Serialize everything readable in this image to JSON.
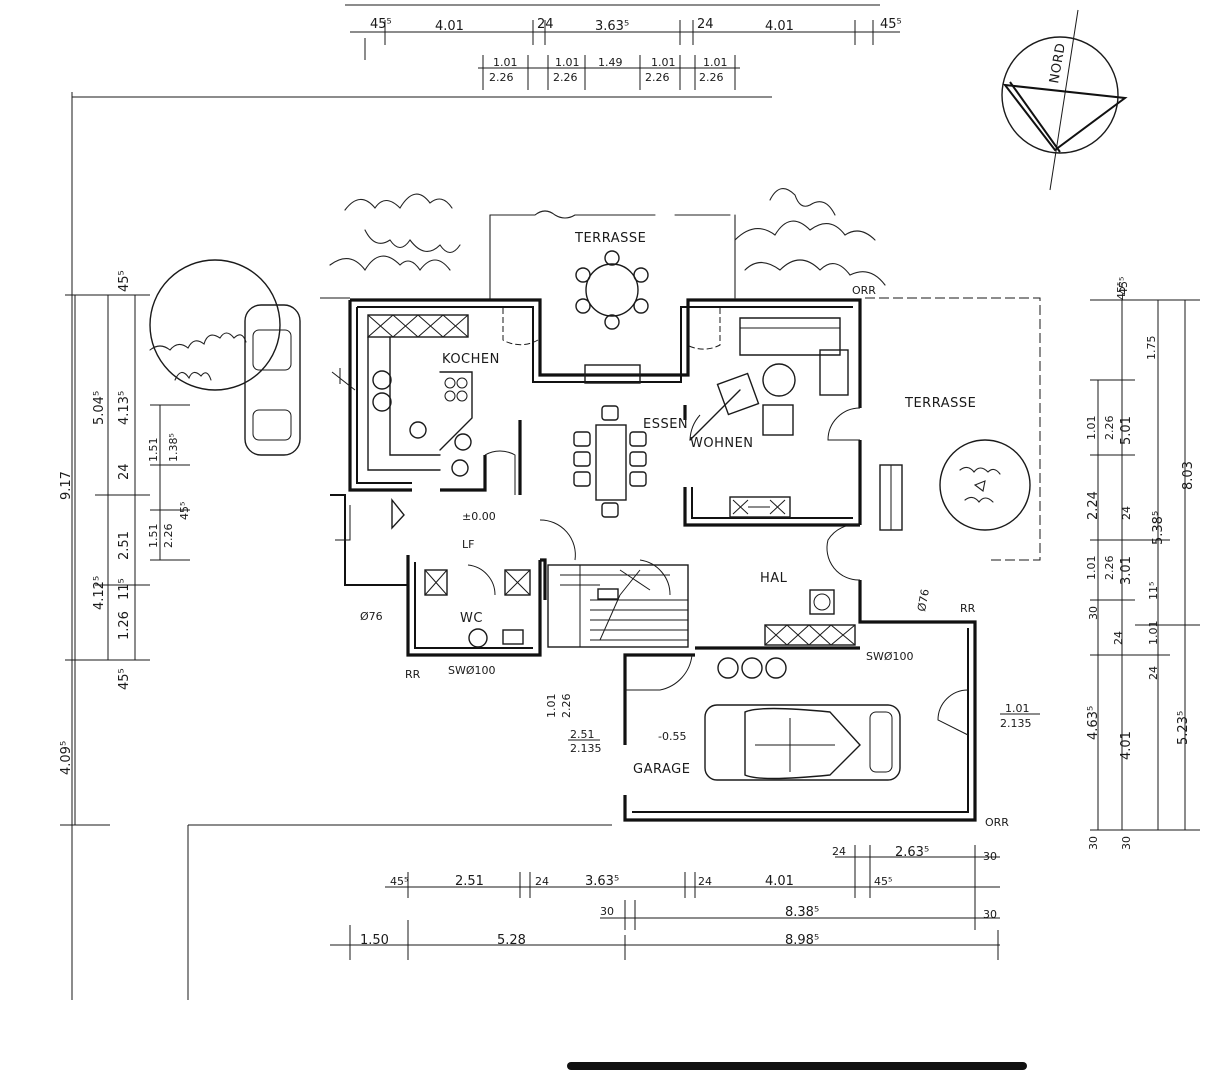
{
  "rooms": {
    "terrasse_top": "TERRASSE",
    "kochen": "KOCHEN",
    "essen": "ESSEN",
    "wohnen": "WOHNEN",
    "terrasse_right": "TERRASSE",
    "wc": "WC",
    "hall": "HAL",
    "garage": "GARAGE",
    "north": "NORD"
  },
  "levels": {
    "ground": "±0.00",
    "garage": "-0.55",
    "hall_lf": "LF"
  },
  "markers": {
    "d76_left": "Ø76",
    "d76_right": "Ø76",
    "sw_left": "SWØ100",
    "sw_right": "SWØ100",
    "rr_left": "RR",
    "rr_right": "RR",
    "rr_top": "ORR",
    "rr_garage": "ORR"
  },
  "dimensions": {
    "top_row": [
      "45⁵",
      "4.01",
      "24",
      "3.63⁵",
      "24",
      "4.01",
      "45⁵"
    ],
    "top_windows": [
      {
        "w": "1.01",
        "h": "2.26"
      },
      {
        "w": "1.01",
        "h": "2.26"
      },
      {
        "w": "1.49",
        "h": ""
      },
      {
        "w": "1.01",
        "h": "2.26"
      },
      {
        "w": "1.01",
        "h": "2.26"
      }
    ],
    "left_outer": [
      "9.17",
      "4.09⁵"
    ],
    "left_mid": [
      "5.04⁵",
      "4.12⁵"
    ],
    "left_inner": [
      "4.13⁵",
      "24",
      "2.51",
      "11⁵",
      "1.26",
      "45⁵",
      "45⁵"
    ],
    "left_windows": [
      "1.51",
      "1.38⁵",
      "1.51",
      "2.26",
      "45⁵"
    ],
    "door_mid": {
      "w": "1.01",
      "h": "2.26"
    },
    "door_stair": {
      "w": "2.51",
      "h": "2.135"
    },
    "garage_door": {
      "w": "1.01",
      "h": "2.135"
    },
    "right_inner": [
      "1.01",
      "2.26",
      "2.24",
      "1.01",
      "2.26",
      "30",
      "24",
      "4.63⁵",
      "30"
    ],
    "right_mid": [
      "45⁵",
      "1.75",
      "5.01",
      "24",
      "3.01",
      "11⁵",
      "1.01",
      "24",
      "4.01",
      "30"
    ],
    "right_outer": [
      "45⁵",
      "5.38⁵",
      "8.03",
      "5.23⁵"
    ],
    "bottom_row1": [
      "45⁵",
      "2.51",
      "24",
      "3.63⁵",
      "24",
      "4.01",
      "45⁵",
      "24",
      "2.63⁵",
      "30"
    ],
    "bottom_row2": [
      "30",
      "8.38⁵",
      "30"
    ],
    "bottom_row3": [
      "1.50",
      "5.28",
      "8.98⁵"
    ]
  }
}
